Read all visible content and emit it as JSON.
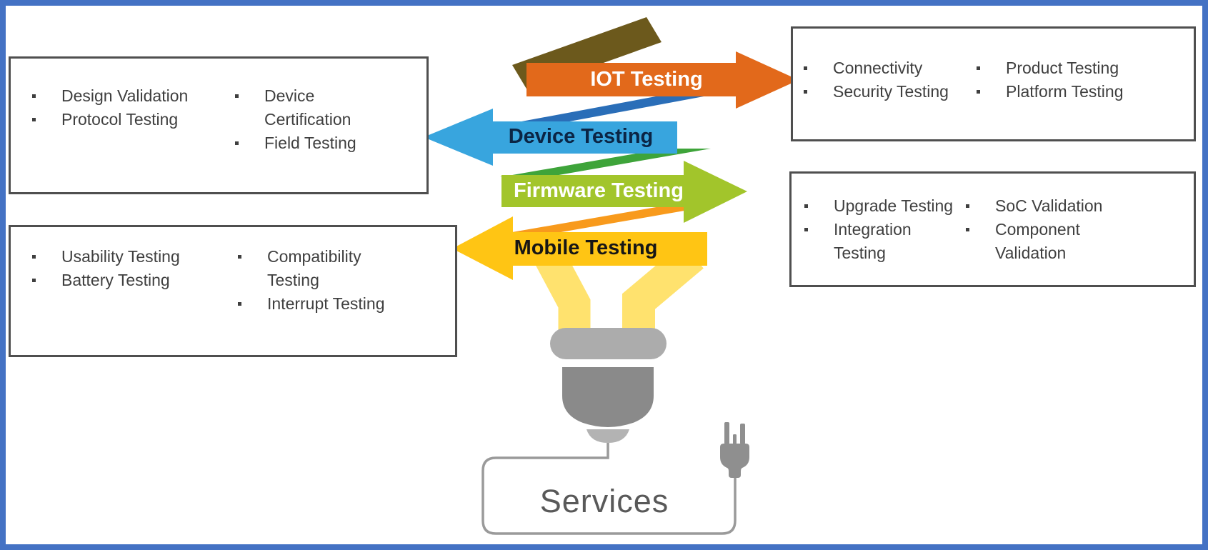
{
  "boxes": {
    "top_left": {
      "col1": [
        "Design Validation",
        "Protocol Testing"
      ],
      "col2": [
        "Device Certification",
        "Field Testing"
      ]
    },
    "bottom_left": {
      "col1": [
        "Usability Testing",
        "Battery Testing"
      ],
      "col2": [
        "Compatibility Testing",
        "Interrupt Testing"
      ]
    },
    "top_right": {
      "col1": [
        "Connectivity",
        "Security Testing"
      ],
      "col2": [
        "Product Testing",
        "Platform Testing"
      ]
    },
    "bottom_right": {
      "col1": [
        "Upgrade Testing",
        "Integration Testing"
      ],
      "col2": [
        "SoC Validation",
        "Component Validation"
      ]
    }
  },
  "arrows": [
    {
      "label": "IOT Testing",
      "direction": "right",
      "color": "#E2691B",
      "fold_color": "#6C591C",
      "text_color": "#FFFFFF"
    },
    {
      "label": "Device Testing",
      "direction": "left",
      "color": "#38A5DE",
      "fold_color": "#2A6EB8",
      "text_color": "#0B2545"
    },
    {
      "label": "Firmware Testing",
      "direction": "right",
      "color": "#A2C52B",
      "fold_color": "#3EA43A",
      "text_color": "#FFFFFF"
    },
    {
      "label": "Mobile Testing",
      "direction": "left",
      "color": "#FFC514",
      "fold_color": "#F89A1C",
      "text_color": "#161616"
    }
  ],
  "bulb": {
    "tube_color": "#FFE26E",
    "base_color": "#ACACAC",
    "body_color": "#8A8A8A",
    "tip_color": "#B3B3B3",
    "plug_color": "#8F8F8F",
    "wire_color": "#9A9A9A"
  },
  "services": {
    "label": "Services",
    "text_color": "#595959"
  },
  "colors": {
    "frame_border": "#4472C4",
    "box_border": "#4F4F4F",
    "box_text": "#3F3F3F"
  }
}
